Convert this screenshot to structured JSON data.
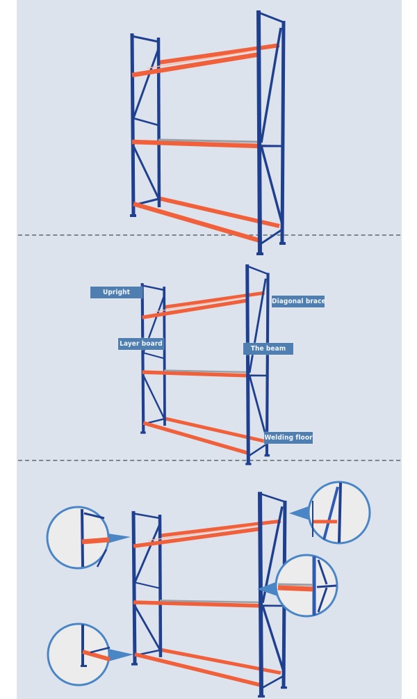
{
  "colors": {
    "background": "#ffffff",
    "panel": "#dce3ec",
    "separator": "#7d858c",
    "upright": "#1f3f8f",
    "beam": "#f0603a",
    "label_bg": "#4f7eb0",
    "label_text": "#f2f6fb",
    "magnifier_ring": "#4a86c5",
    "magnifier_fill": "#ececec"
  },
  "sections": [
    {
      "id": "overview",
      "description": "Assembled heavy-duty pallet rack, three beam levels"
    },
    {
      "id": "components",
      "description": "Rack with component callouts"
    },
    {
      "id": "details",
      "description": "Rack with magnified joint details"
    }
  ],
  "components": {
    "labels": [
      {
        "text": "Upright"
      },
      {
        "text": "Layer board"
      },
      {
        "text": "Diagonal brace"
      },
      {
        "text": "The beam"
      },
      {
        "text": "Welding floor"
      }
    ]
  },
  "details": {
    "magnifiers": [
      {
        "name": "top-left-beam-joint"
      },
      {
        "name": "top-right-brace-joint"
      },
      {
        "name": "middle-right-beam-joint"
      },
      {
        "name": "bottom-left-base-joint"
      }
    ]
  }
}
